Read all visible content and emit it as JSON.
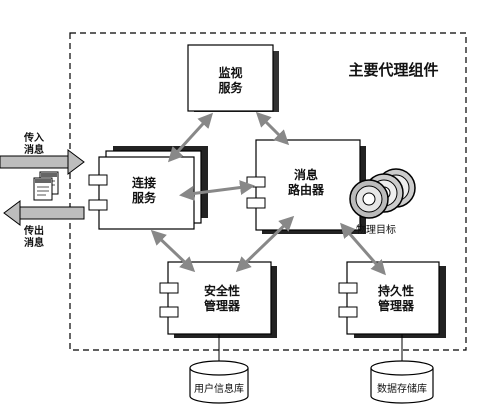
{
  "diagram": {
    "title": "主要代理组件",
    "components": {
      "monitor": [
        "监视",
        "服务"
      ],
      "connection": [
        "连接",
        "服务"
      ],
      "router": [
        "消息",
        "路由器"
      ],
      "security": [
        "安全性",
        "管理器"
      ],
      "persistence": [
        "持久性",
        "管理器"
      ]
    },
    "physical_target": "物理目标",
    "incoming": [
      "传入",
      "消息"
    ],
    "outgoing": [
      "传出",
      "消息"
    ],
    "databases": {
      "user_db": "用户信息库",
      "data_store": "数据存储库"
    }
  }
}
